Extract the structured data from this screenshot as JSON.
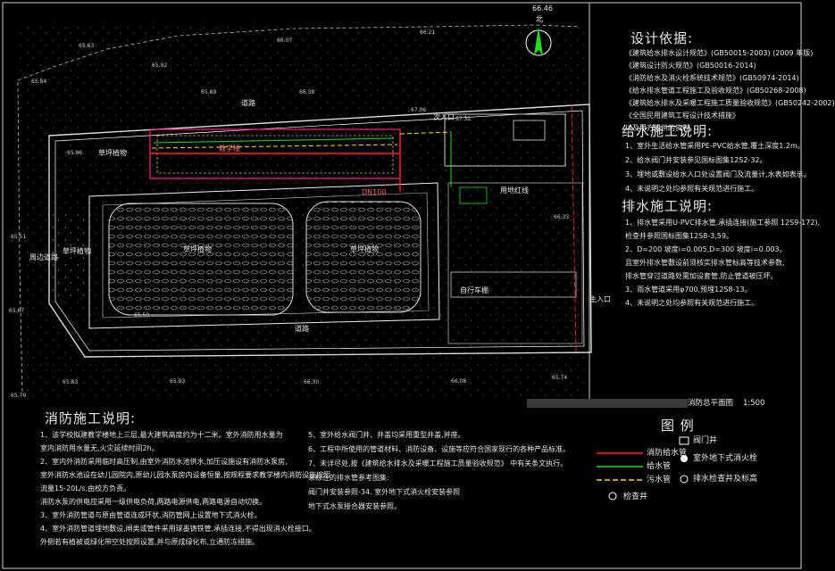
{
  "drawing": {
    "north_label": "北",
    "north_elevation": "66.46",
    "scale": "1:500",
    "title": "消防总平面图"
  },
  "site_labels": {
    "road_north": "道路",
    "road_south": "道路",
    "green_nw": "草坪植物",
    "green_w": "草坪植物",
    "green_mid_left": "草坪植物",
    "green_mid_right": "草坪植物",
    "teach_building": "教学楼",
    "site_red_line": "用地红线",
    "bike_shed": "自行车棚",
    "main_gate": "主入口",
    "side_gate": "次入口",
    "west_road": "周边道路",
    "hydrant_label": "DN100"
  },
  "elevations": [
    "65.63",
    "65.92",
    "66.07",
    "66.21",
    "65.89",
    "65.84",
    "65.96",
    "66.38",
    "67.06",
    "67.32",
    "65.51",
    "65.93",
    "65.67",
    "65.79",
    "65.83",
    "65.59",
    "66.30",
    "66.08",
    "66.33",
    "65.74"
  ],
  "design_basis": {
    "title": "设计依据:",
    "items": [
      "《建筑给水排水设计规范》(GB50015-2003)  (2009 年版)",
      "《建筑设计防火规范》(GB50016-2014)",
      "《消防给水及消火栓系统技术规范》(GB50974-2014)",
      "《给水排水管道工程施工及验收规范》(GB50268-2008)",
      "《建筑给水排水及采暖工程施工质量验收规范》(GB50242-2002)",
      "《全国民用建筑工程设计技术措施》",
      "以及甲方提供的资料。"
    ]
  },
  "water_supply": {
    "title": "给水施工说明:",
    "items": [
      "1、室外生活给水管采用PE-PVC给水管,覆土深度1.2m。",
      "2、给水阀门井安装参见国标图集12S2-32。",
      "3、埋地或敷设给水入口处设置阀门及流量计,水表如表示。",
      "4、未说明之处均参照有关规范进行施工。"
    ]
  },
  "drainage": {
    "title": "排水施工说明:",
    "items": [
      "1、排水管采用U-PVC排水管,承插连接(施工参照  12S9-172),",
      "   检查井参照国标图集12S8-3,59。",
      "2、D=200  坡度i=0.005,D=300  坡度i=0.003。",
      "   且室外排水管敷设前须核实排水管标高等技术参数,",
      "   排水管穿过道路处需加设套管,防止管道被压坏。",
      "3、雨水管道采用φ700,预埋12S8-13。",
      "4、未说明之处均参照有关规范进行施工。"
    ]
  },
  "fire_notes": {
    "title": "消防施工说明:",
    "left": [
      "1、该学校拟建教学楼地上三层,最大建筑高度约为十二米。室外消防用水量为",
      "   室内消防用水量无,火灾延续时间2h。",
      "2、室内外消防采用临时高压制,由室外消防水池供水,加压设施设有消防水泵房,",
      "   室外消防水池设在幼儿园院内,原幼儿园水泵房内设备恒量,按规程要求教学楼内消防设施按照",
      "   流量15-20L/s,由校方负责。",
      "   消防水泵的供电应采用一级供电负荷,两路电源供电,两路电源自动切换。",
      "3、室外消防管道与原由管道连成环状,消防管网上设置地下式消火栓。",
      "4、室外消防管道埋地敷设,闸类或管件采用球墨铸铁管,承插连接,不得出现消火栓接口。",
      "   外侧若有植被或绿化带空处按照设置,并与原成绿化布,立通防冻措施。"
    ],
    "right": [
      "5、室外给水阀门井、井盖均采用重型井盖,并座。",
      "6、工程中所使用的管道材料、消防设备、设施等应符合国家现行的各种产品标准。",
      "7、未详尽处,按《建筑给水排水及采暖工程施工质量验收规范》 中有关条文执行。",
      "   未标注的排水管参考图集:",
      "   阀门井安装参照-34.    室外地下式消火栓安装参照",
      "   地下式水泵接合器安装参照。"
    ]
  },
  "legend": {
    "title": "图  例",
    "items": [
      {
        "label": "消防给水管",
        "color": "#ff2020"
      },
      {
        "label": "给水管",
        "color": "#22dd22"
      },
      {
        "label": "污水管",
        "color": "#ffd21a"
      },
      {
        "label": "检查井",
        "color": "#ffffff"
      },
      {
        "label": "阀门井",
        "color": "#ffffff"
      },
      {
        "label": "室外地下式消火栓",
        "color": "#ffffff"
      },
      {
        "label": "排水检查井及标高",
        "color": "#ffffff"
      }
    ]
  }
}
